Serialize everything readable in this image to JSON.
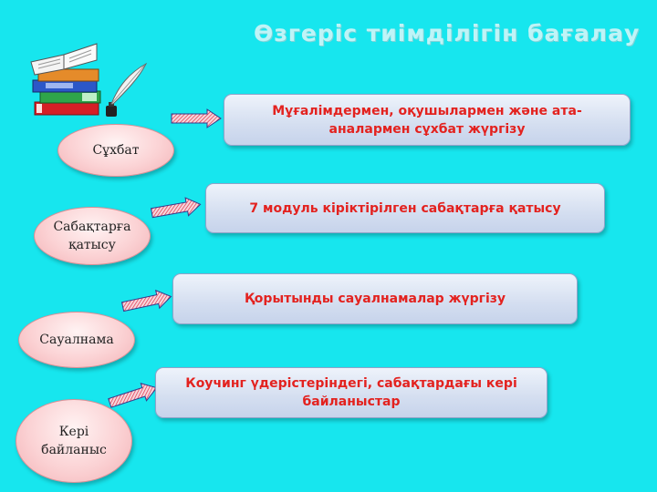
{
  "title": "Өзгеріс тиімділігін бағалау",
  "colors": {
    "background": "#17e6ee",
    "box_text": "#e3221f",
    "arrow": "#e0304a"
  },
  "icons": {
    "books": "books-with-quill-icon"
  },
  "steps": [
    {
      "label": "Сұхбат",
      "description": "Мұғалімдермен, оқушылармен және ата-аналармен сұхбат жүргізу"
    },
    {
      "label": "Сабақтарға\nқатысу",
      "description": "7 модуль кіріктірілген сабақтарға қатысу"
    },
    {
      "label": "Сауалнама",
      "description": "Қорытынды сауалнамалар жүргізу"
    },
    {
      "label": "Кері\nбайланыс",
      "description": "Коучинг үдерістеріндегі, сабақтардағы кері байланыстар"
    }
  ]
}
